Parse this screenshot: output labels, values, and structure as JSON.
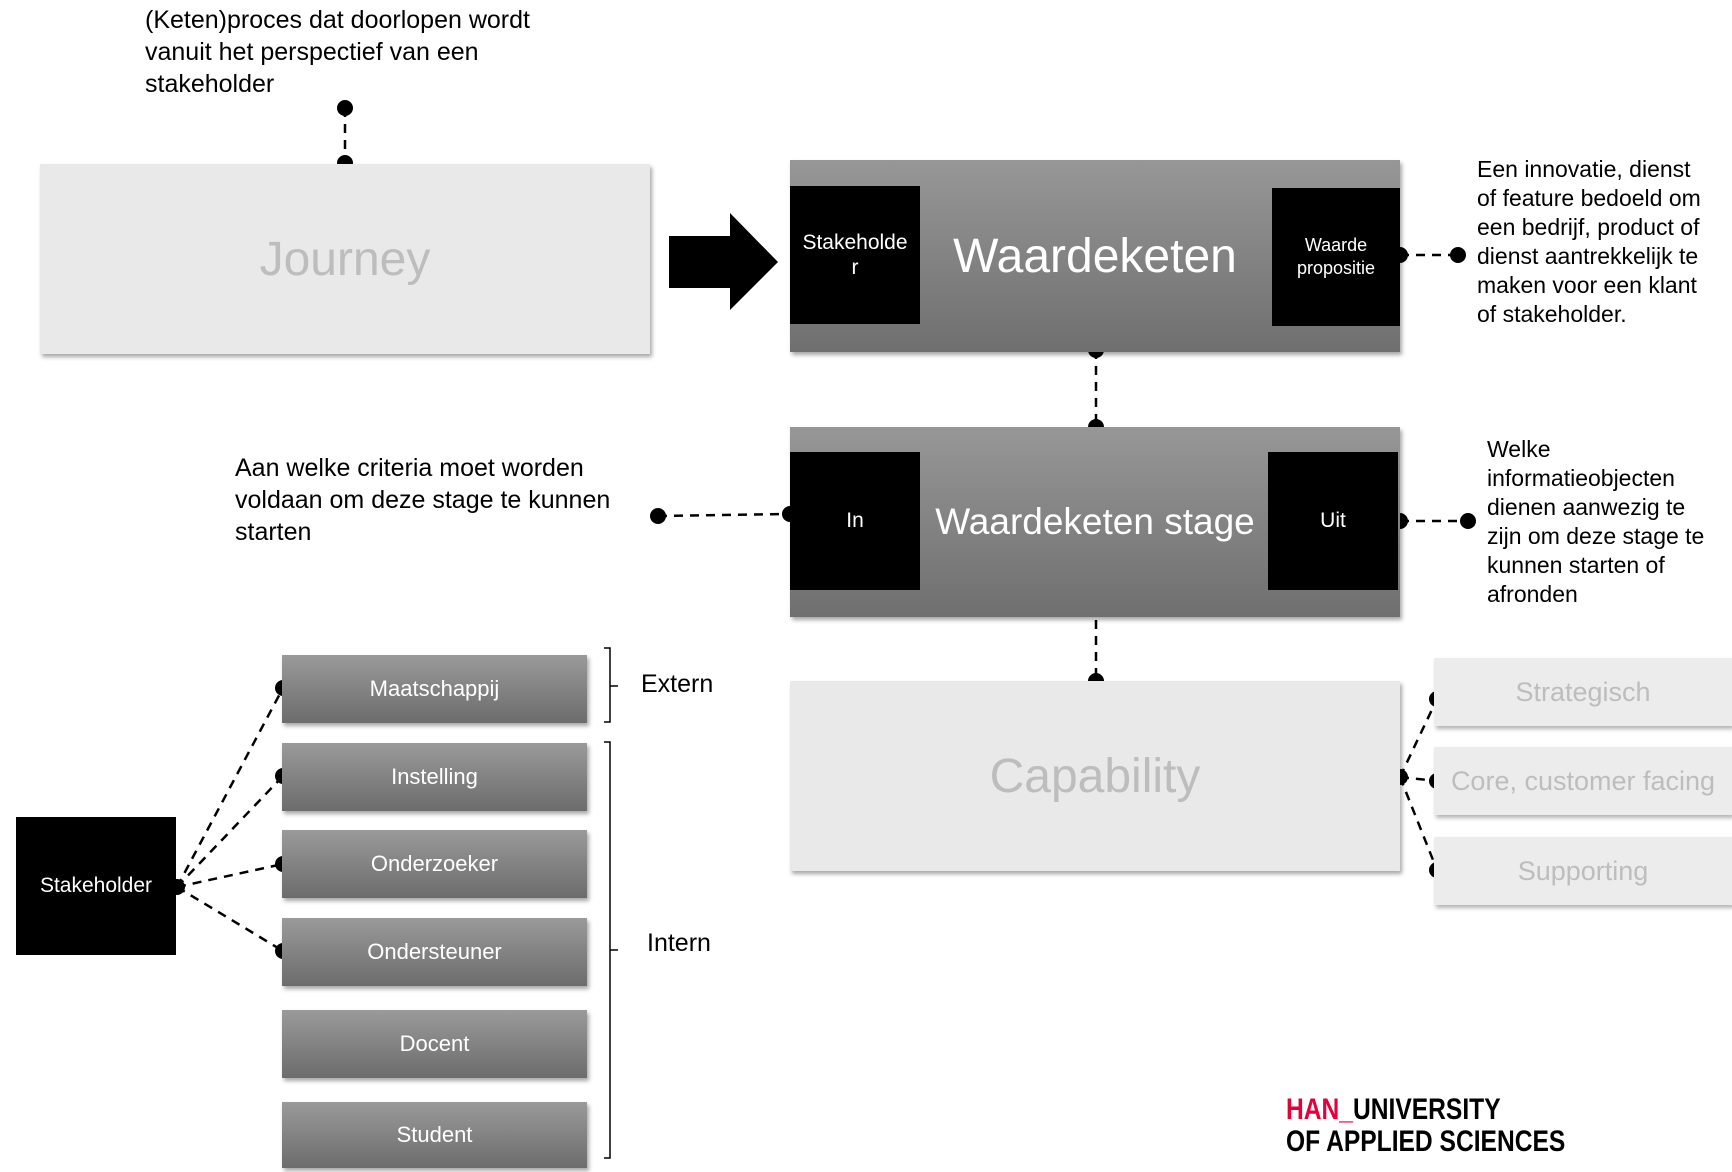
{
  "journey": {
    "label": "Journey",
    "note": "(Keten)proces dat doorlopen wordt vanuit het perspectief van een stakeholder"
  },
  "waardeketen": {
    "label": "Waardeketen",
    "left_box": "Stakeholder",
    "right_box": "Waarde propositie",
    "note": "Een innovatie, dienst of feature bedoeld om een bedrijf, product of dienst aantrekkelijk te maken voor een klant of stakeholder."
  },
  "stage": {
    "label": "Waardeketen stage",
    "in_label": "In",
    "out_label": "Uit",
    "in_note": "Aan welke criteria moet worden voldaan om deze stage te kunnen starten",
    "out_note": "Welke informatieobjecten dienen aanwezig te zijn om deze stage te kunnen starten of afronden"
  },
  "capability": {
    "label": "Capability",
    "types": [
      "Strategisch",
      "Core, customer facing",
      "Supporting"
    ]
  },
  "stakeholders": {
    "root": "Stakeholder",
    "extern_label": "Extern",
    "intern_label": "Intern",
    "items": [
      "Maatschappij",
      "Instelling",
      "Onderzoeker",
      "Ondersteuner",
      "Docent",
      "Student"
    ]
  },
  "logo": {
    "line1_accent": "HAN_",
    "line1": "UNIVERSITY",
    "line2": "OF APPLIED SCIENCES",
    "accent_color": "#e4003a"
  }
}
